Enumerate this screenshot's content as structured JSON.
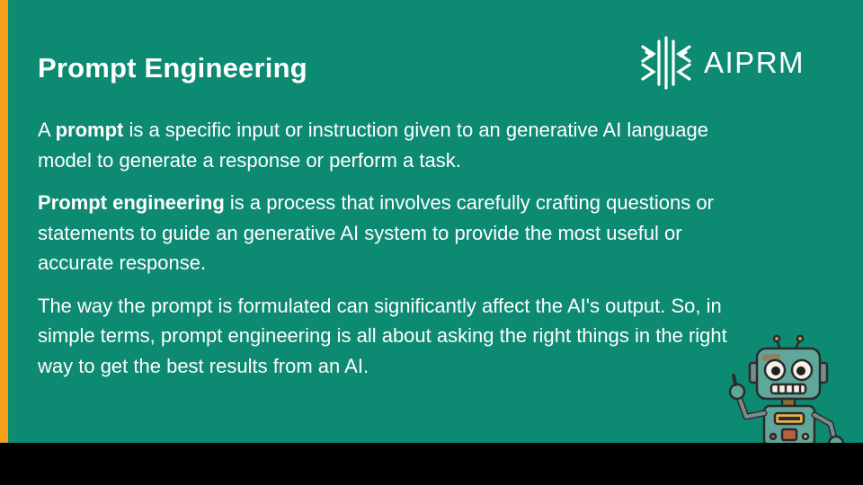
{
  "slide": {
    "title": "Prompt Engineering",
    "logo_text": "AIPRM",
    "paragraphs": [
      {
        "lead": "A ",
        "bold": "prompt",
        "rest": " is a specific input or instruction given to an generative AI language model to generate a response or perform a task."
      },
      {
        "lead": "",
        "bold": "Prompt engineering",
        "rest": " is a process that involves carefully crafting questions or statements to guide an generative AI system to provide the most useful or accurate response."
      },
      {
        "lead": "",
        "bold": "",
        "rest": "The way the prompt is formulated can significantly affect the AI's output. So, in simple terms, prompt engineering is all about asking the right things in the right way to get the best results from an AI."
      }
    ],
    "robot_image": "robot-mascot-illustration"
  },
  "colors": {
    "background": "#0d8a72",
    "accent": "#f5a01a",
    "footer": "#000000",
    "text": "#ffffff"
  }
}
